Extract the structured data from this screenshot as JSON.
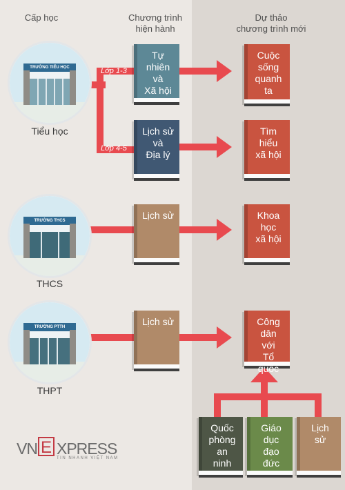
{
  "headers": {
    "level": "Cấp học",
    "current": [
      "Chương trình",
      "hiện hành"
    ],
    "draft": [
      "Dự thảo",
      "chương trình mới"
    ]
  },
  "levels": {
    "primary": {
      "label": "Tiểu học",
      "sign": "TRƯỜNG TIỂU HỌC"
    },
    "middle": {
      "label": "THCS",
      "sign": "TRƯỜNG THCS"
    },
    "high": {
      "label": "THPT",
      "sign": "TRƯỜNG PTTH"
    }
  },
  "grade_tags": {
    "g13": "Lớp 1-3",
    "g45": "Lớp 4-5"
  },
  "current_books": {
    "nature": [
      "Tự nhiên",
      "và",
      "Xã hội"
    ],
    "history_geo": [
      "Lịch sử",
      "và",
      "Địa lý"
    ],
    "history_thcs": [
      "Lịch sử"
    ],
    "history_thpt": [
      "Lịch sử"
    ]
  },
  "new_books": {
    "around_life": [
      "Cuộc",
      "sống",
      "quanh",
      "ta"
    ],
    "social_study": [
      "Tìm",
      "hiểu",
      "xã hội"
    ],
    "social_science": [
      "Khoa",
      "học",
      "xã hội"
    ],
    "citizen": [
      "Công dân",
      "với",
      "Tổ quốc"
    ]
  },
  "merge_books": {
    "defense": [
      "Quốc",
      "phòng",
      "an ninh"
    ],
    "ethics": [
      "Giáo dục",
      "đạo đức"
    ],
    "history": [
      "Lịch sử"
    ]
  },
  "logo": {
    "vn": "VN",
    "e": "E",
    "xpress": "XPRESS",
    "tagline": "TIN NHANH VIỆT NAM"
  },
  "colors": {
    "arrow": "#e84a4f",
    "draft_bg": "#dcd7d2",
    "page_bg": "#ece8e4"
  }
}
